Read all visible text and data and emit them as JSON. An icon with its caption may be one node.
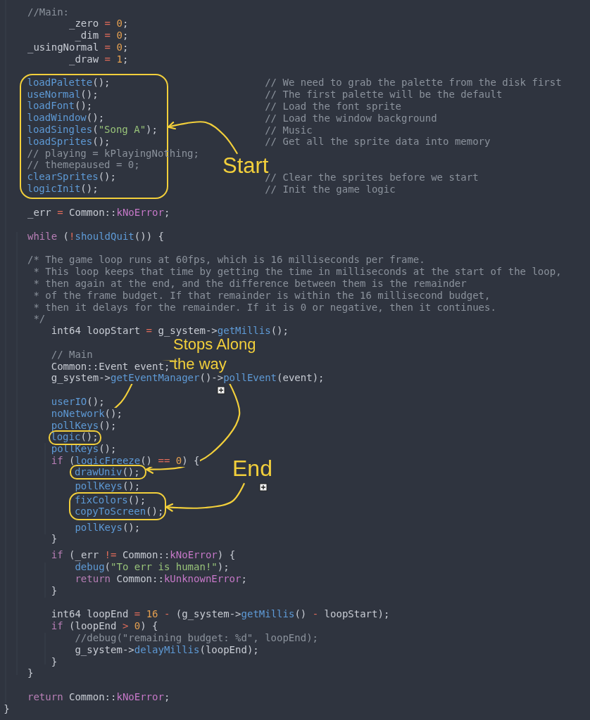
{
  "diagram": {
    "nodes": [
      {
        "text": [
          "loadPalette();",
          "useNormal();",
          "loadFont();",
          "loadWindow();",
          "loadSingles(\"Song A\");",
          "loadSprites();",
          "// playing = kPlayingNothing;",
          "// themepaused = 0;",
          "clearSprites();",
          "logicInit();"
        ]
      },
      {
        "text": [
          "Start"
        ]
      },
      {
        "text": [
          "Stops Along the way"
        ]
      },
      {
        "text": [
          "logic();"
        ]
      },
      {
        "text": [
          "drawUniv();"
        ]
      },
      {
        "text": [
          "End"
        ]
      },
      {
        "text": [
          "fixColors();",
          "copyToScreen();"
        ]
      }
    ],
    "edges": [
      {
        "from": 1,
        "to": 0,
        "arrow": "to"
      },
      {
        "from": 2,
        "to": 3,
        "arrow": "to"
      },
      {
        "from": 2,
        "to": 4,
        "arrow": "to"
      },
      {
        "from": 5,
        "to": 6,
        "arrow": "to"
      }
    ],
    "labels": [
      "//Main:",
      "_zero = 0;",
      "_dim = 0;",
      "_usingNormal = 0;",
      "_draw = 1;",
      "// We need to grab the palette from the disk first",
      "// The first palette will be the default",
      "// Load the font sprite",
      "// Load the window background",
      "// Music",
      "// Get all the sprite data into memory",
      "// Clear the sprites before we start",
      "// Init the game logic",
      "_err = Common::kNoError;",
      "while (!shouldQuit()) {",
      "/* The game loop runs at 60fps, which is 16 milliseconds per frame.",
      "* This loop keeps that time by getting the time in milliseconds at the start of the loop,",
      "* then again at the end, and the difference between them is the remainder",
      "* of the frame budget. If that remainder is within the 16 millisecond budget,",
      "* then it delays for the remainder. If it is 0 or negative, then it continues.",
      "*/",
      "int64 loopStart = g_system->getMillis();",
      "// Main",
      "Common::Event event;",
      "g_system->getEventManager()->pollEvent(event);",
      "userIO();",
      "noNetwork();",
      "pollKeys();",
      "pollKeys();",
      "if (logicFreeze() == 0) {",
      "pollKeys();",
      "pollKeys();",
      "}",
      "if (_err != Common::kNoError) {",
      "debug(\"To err is human!\");",
      "return Common::kUnknownError;",
      "}",
      "int64 loopEnd = 16 - (g_system->getMillis() - loopStart);",
      "if (loopEnd > 0) {",
      "//debug(\"remaining budget: %d\", loopEnd);",
      "g_system->delayMillis(loopEnd);",
      "}",
      "}",
      "return Common::kNoError;",
      "}"
    ]
  }
}
